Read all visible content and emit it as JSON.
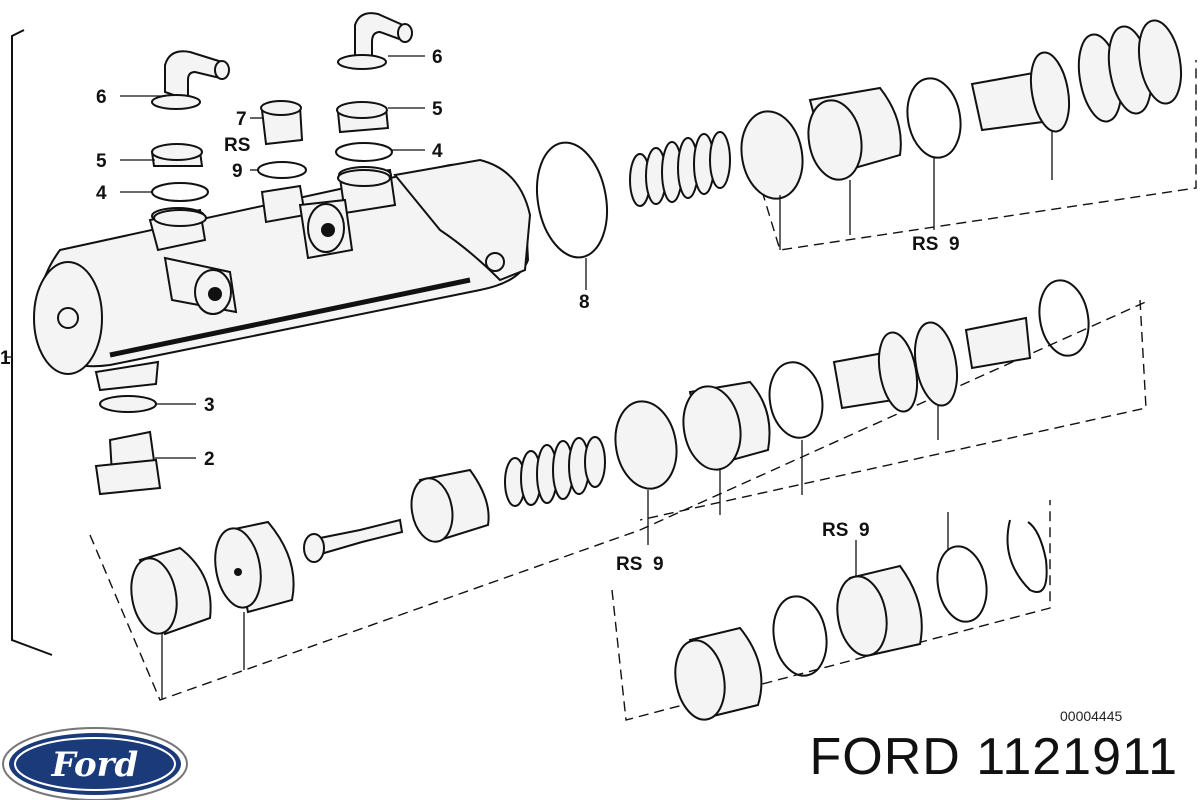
{
  "callouts": {
    "c1": "1",
    "c2": "2",
    "c3": "3",
    "c4a": "4",
    "c4b": "4",
    "c5a": "5",
    "c5b": "5",
    "c6a": "6",
    "c6b": "6",
    "c7": "7",
    "c8": "8",
    "c9a": "9",
    "c9b": "RS  9",
    "c9c": "RS  9",
    "c9d": "RS  9",
    "rs": "RS"
  },
  "drawing_number": "00004445",
  "logo": {
    "text": "Ford",
    "color": "#1b3a7a"
  },
  "caption": "FORD 1121911"
}
